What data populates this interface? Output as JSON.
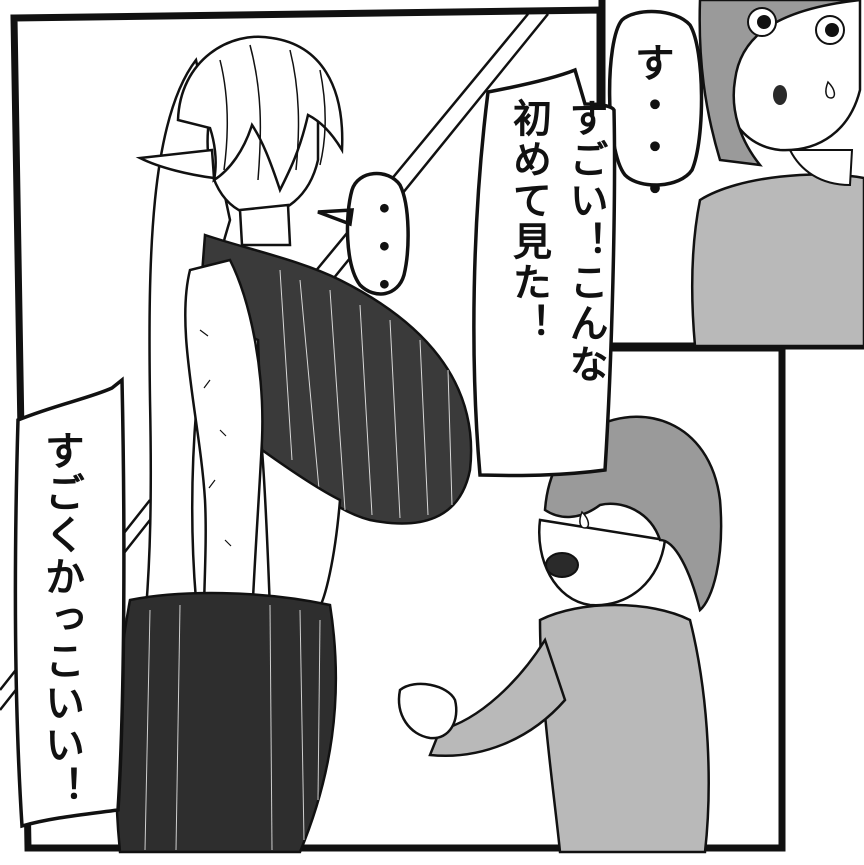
{
  "bubbles": {
    "boy_top_gasp": "す・・・",
    "boy_exclaim": "すごい！こんな\n初めて見た！",
    "elf_reply": "・・・",
    "boy_cool": "すごくかっこいい！"
  },
  "colors": {
    "ink": "#111111",
    "paper": "#ffffff",
    "shirt_gray": "#b9b9b9",
    "fur_dark": "#2a2a2a"
  }
}
